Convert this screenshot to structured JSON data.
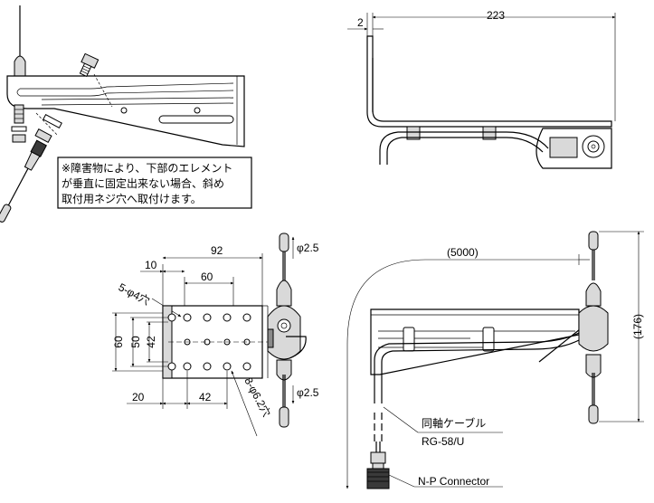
{
  "note_lines": [
    "※障害物により、下部のエレメント",
    "が垂直に固定出来ない場合、斜め",
    "取付用ネジ穴へ取付けます。"
  ],
  "side_view": {
    "dim_total": "223",
    "dim_thickness": "2"
  },
  "plate_view": {
    "dim_92": "92",
    "dim_10": "10",
    "dim_60_top": "60",
    "hole_5": "5-",
    "hole_5_size": "φ4穴",
    "dim_60_left": "60",
    "dim_50": "50",
    "dim_42_left": "42",
    "dim_20": "20",
    "dim_42_bottom": "42",
    "hole_8": "8-",
    "hole_8_size": "φ6.2穴",
    "rod_top": "φ2.5",
    "rod_bottom": "φ2.5"
  },
  "install_view": {
    "cable_length": "(5000)",
    "height": "(176)",
    "cable_label": "同軸ケーブル",
    "cable_type": "RG-58/U",
    "connector": "N-P Connector"
  }
}
